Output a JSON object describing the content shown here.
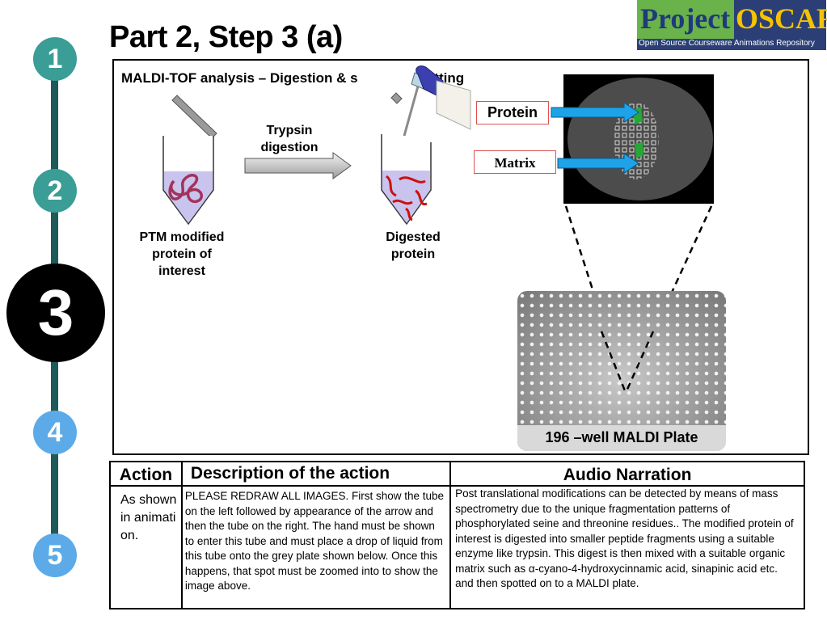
{
  "page": {
    "title": "Part 2, Step 3 (a)"
  },
  "logo": {
    "word1": "Project",
    "word2": "OSCAR",
    "subtitle": "Open Source Courseware Animations Repository"
  },
  "steps": [
    "1",
    "2",
    "3",
    "4",
    "5"
  ],
  "animation": {
    "title": "MALDI-TOF analysis – Digestion & s",
    "title_end": "potting",
    "arrow_label_line1": "Trypsin",
    "arrow_label_line2": "digestion",
    "tube1_label": [
      "PTM modified",
      "protein of",
      "interest"
    ],
    "tube2_label": [
      "Digested",
      "protein"
    ],
    "protein_label": "Protein",
    "matrix_label": "Matrix",
    "plate_caption": "196 –well MALDI Plate"
  },
  "table": {
    "headers": {
      "action": "Action",
      "description": "Description of the action",
      "narration": "Audio Narration"
    },
    "action_text": "As shown in animation.",
    "description_text": "PLEASE REDRAW ALL IMAGES. First show the tube on the left followed by appearance of the arrow  and then the tube on the right. The hand must be shown to enter this tube and must place a drop of liquid from this tube onto the grey plate shown below. Once this happens, that spot must be zoomed into to show the image above.",
    "narration_text": "Post translational modifications can be detected by means of mass spectrometry due to the unique fragmentation patterns of phosphorylated seine and threonine residues.. The modified protein of interest is digested into smaller peptide fragments using a suitable enzyme like trypsin. This digest is then mixed with a suitable organic matrix such as α-cyano-4-hydroxycinnamic acid, sinapinic acid etc. and then spotted on to a MALDI plate."
  }
}
